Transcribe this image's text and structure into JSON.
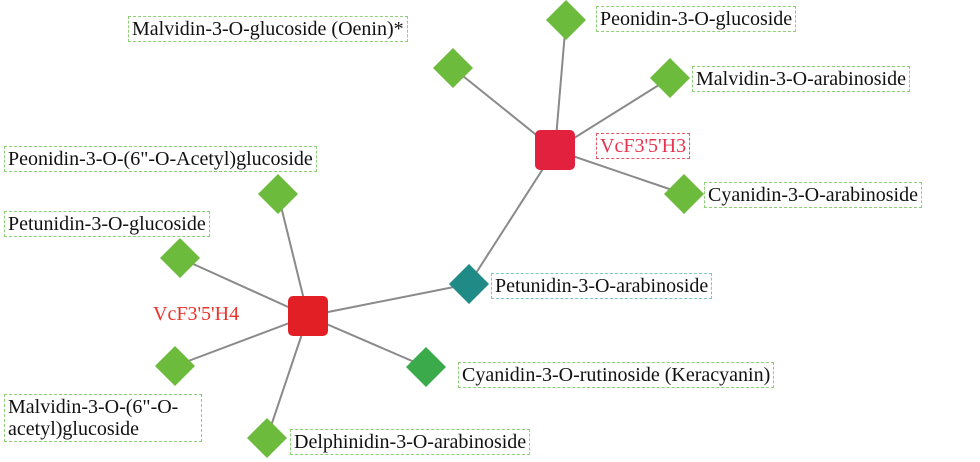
{
  "colors": {
    "edge": "#8a8a8a",
    "metabolite": "#6dbb3c",
    "metabolite_dark": "#3aaa4a",
    "shared_metabolite": "#1f8a86",
    "gene_h3": "#e2213f",
    "gene_h4": "#e11f25"
  },
  "genes": {
    "h3": {
      "label": "VcF3'5'H3"
    },
    "h4": {
      "label": "VcF3'5'H4"
    }
  },
  "metabolites": {
    "oenin": {
      "label": "Malvidin-3-O-glucoside (Oenin)*"
    },
    "peonidin_glc": {
      "label": "Peonidin-3-O-glucoside"
    },
    "malvidin_ara": {
      "label": "Malvidin-3-O-arabinoside"
    },
    "cyanidin_ara": {
      "label": "Cyanidin-3-O-arabinoside"
    },
    "petunidin_ara": {
      "label": "Petunidin-3-O-arabinoside"
    },
    "peonidin_acetyl": {
      "label": "Peonidin-3-O-(6\"-O-Acetyl)glucoside"
    },
    "petunidin_glc": {
      "label": "Petunidin-3-O-glucoside"
    },
    "malvidin_acetyl": {
      "label": "Malvidin-3-O-(6\"-O-acetyl)glucoside"
    },
    "delphinidin_ara": {
      "label": "Delphinidin-3-O-arabinoside"
    },
    "keracyanin": {
      "label": "Cyanidin-3-O-rutinoside (Keracyanin)"
    }
  }
}
